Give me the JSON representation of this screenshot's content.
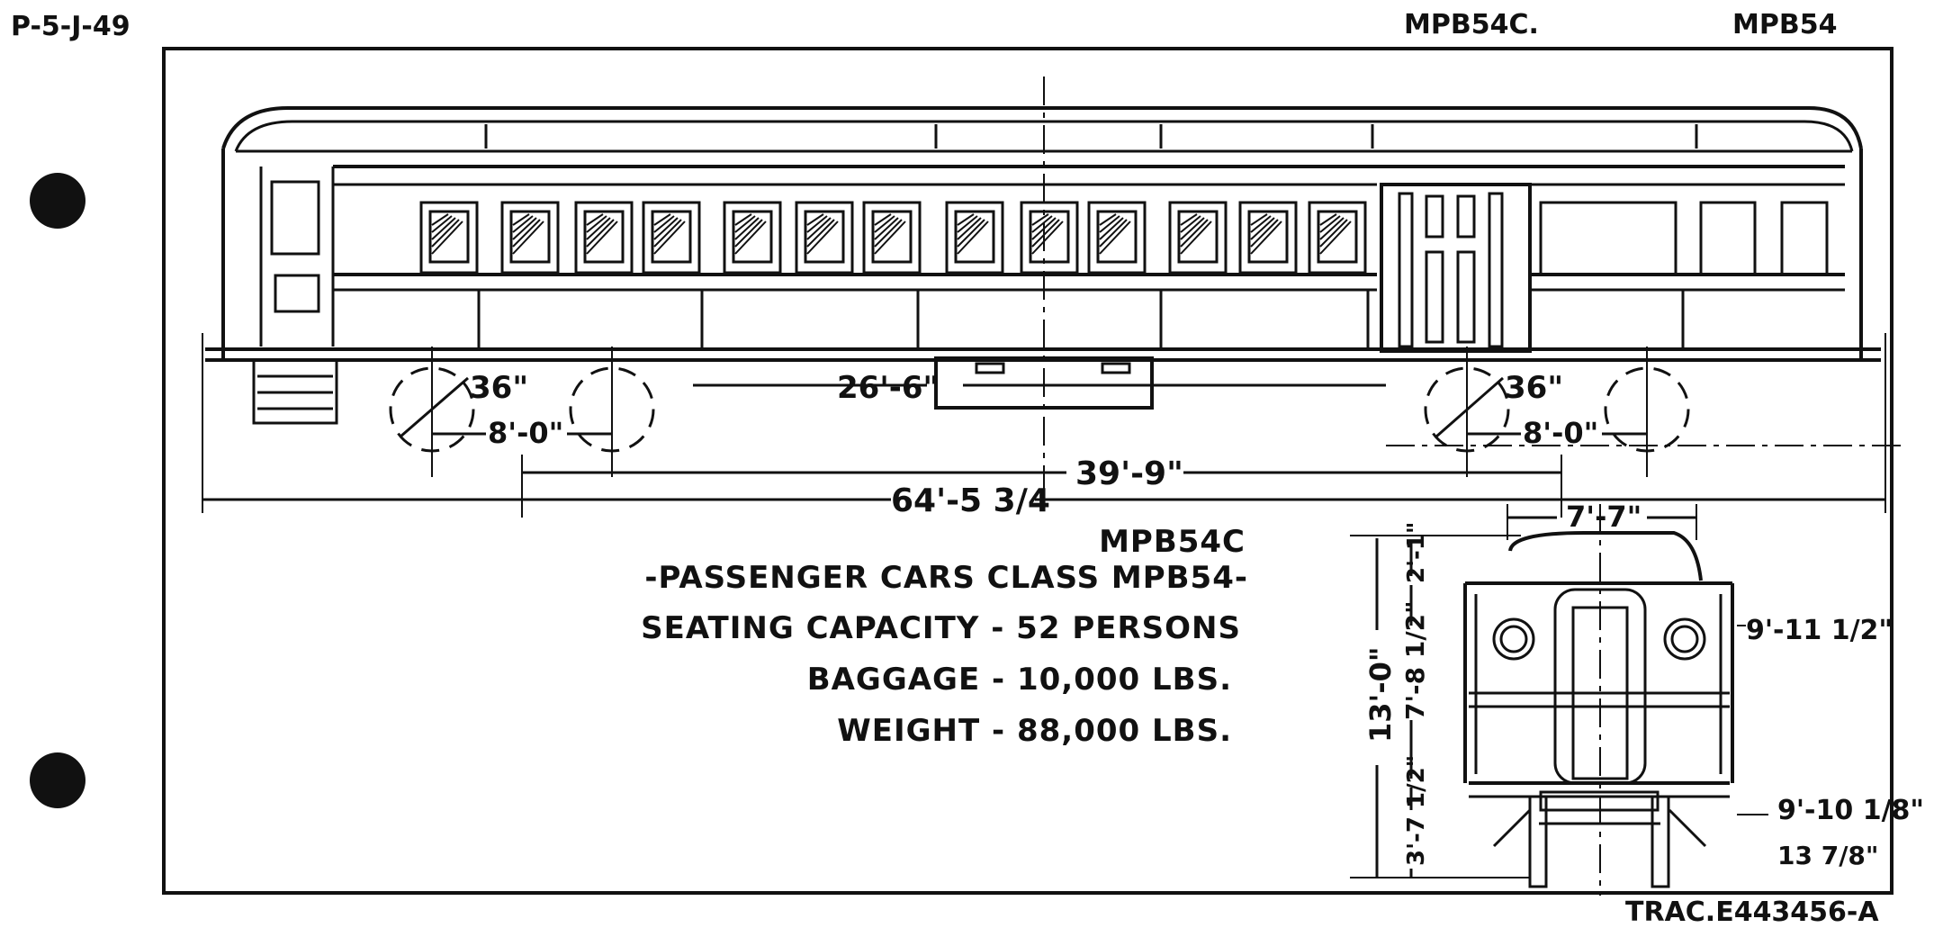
{
  "drawing_number": "P-5-J-49",
  "header_class_left": "MPB54C.",
  "header_class_right": "MPB54",
  "tracing_number": "TRAC.E443456-A",
  "specs": {
    "class_code": "MPB54C",
    "class_title": "-PASSENGER CARS CLASS MPB54-",
    "seating": "SEATING CAPACITY - 52 PERSONS",
    "baggage": "BAGGAGE  - 10,000 LBS.",
    "weight": "WEIGHT  - 88,000 LBS."
  },
  "side_view_dimensions": {
    "wheel_dia_left": "36\"",
    "wheel_dia_right": "36\"",
    "truck_wheelbase_left": "8'-0\"",
    "truck_wheelbase_right": "8'-0\"",
    "center_span": "26'-6\"",
    "truck_centers": "39'-9\"",
    "overall_length": "64'-5 3/4"
  },
  "end_view_dimensions": {
    "width_top": "7'-7\"",
    "roof_height": "2'-1\"",
    "height_total": "13'-0\"",
    "body_height": "7'-8 1/2\"",
    "width_max": "9'-11 1/2\"",
    "width_sill": "9'-10 1/8\"",
    "floor_height": "3'-7 1/2\"",
    "step_height": "13 7/8\""
  },
  "colors": {
    "ink": "#111111",
    "paper": "#ffffff",
    "border": "#1a1a1a"
  }
}
